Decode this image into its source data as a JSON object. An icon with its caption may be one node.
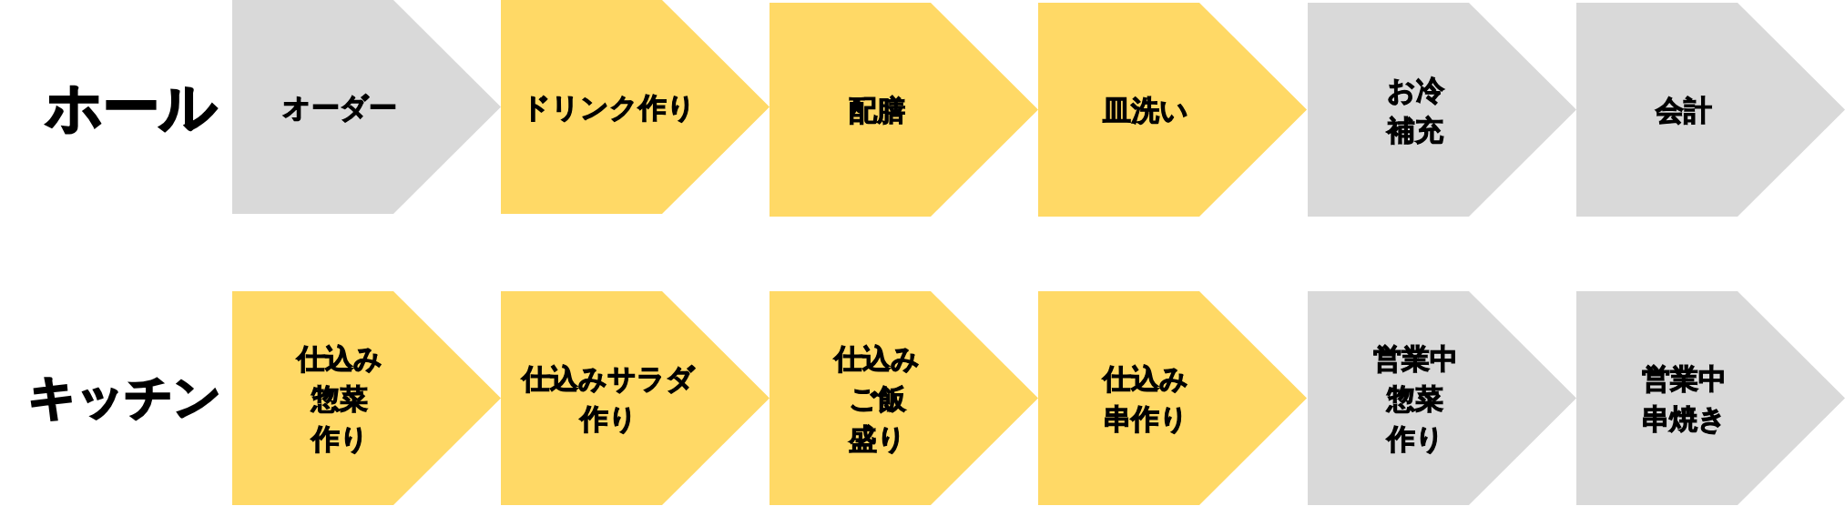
{
  "diagram": {
    "nodes": [
      {
        "text": [
          "オーダー"
        ]
      },
      {
        "text": [
          "ドリンク作り"
        ]
      },
      {
        "text": [
          "配膳"
        ]
      },
      {
        "text": [
          "皿洗い"
        ]
      },
      {
        "text": [
          "お冷補充"
        ]
      },
      {
        "text": [
          "会計"
        ]
      },
      {
        "text": [
          "仕込み惣菜作り"
        ]
      },
      {
        "text": [
          "仕込みサラダ作り"
        ]
      },
      {
        "text": [
          "仕込みご飯盛り"
        ]
      },
      {
        "text": [
          "仕込み串作り"
        ]
      },
      {
        "text": [
          "営業中惣菜作り"
        ]
      },
      {
        "text": [
          "営業中串焼き"
        ]
      }
    ],
    "labels": [
      "ホール",
      "キッチン"
    ]
  }
}
